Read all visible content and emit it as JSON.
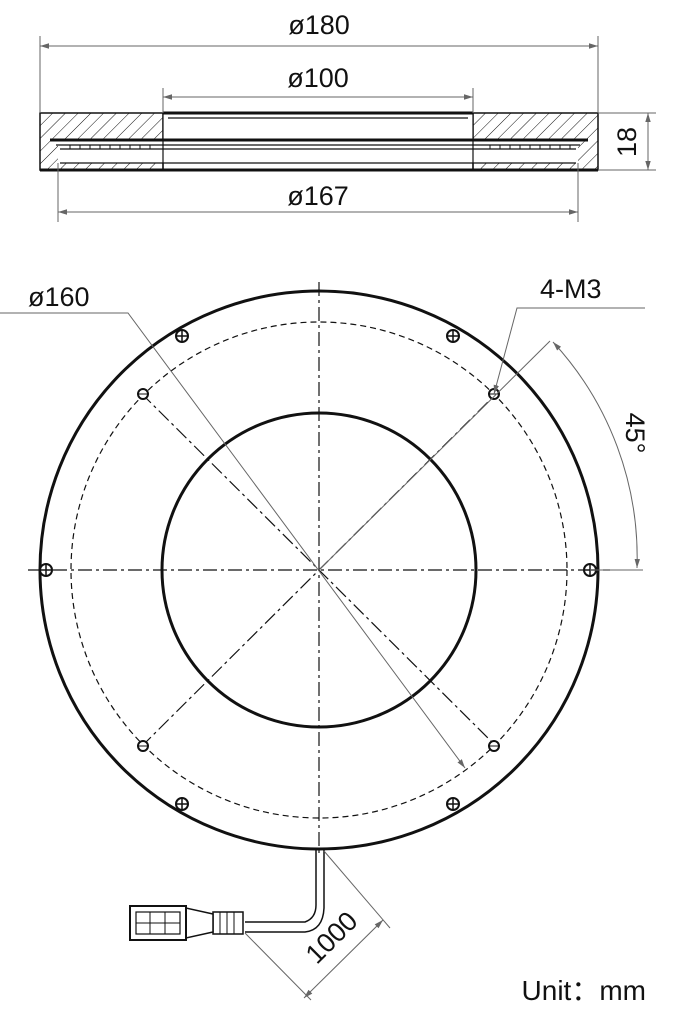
{
  "dimensions": {
    "outer_diameter": "ø180",
    "inner_diameter": "ø100",
    "mid_diameter": "ø167",
    "height": "18",
    "pcd": "ø160",
    "holes": "4-M3",
    "angle": "45°",
    "cable_length": "1000"
  },
  "unit_label": "Unit：mm"
}
